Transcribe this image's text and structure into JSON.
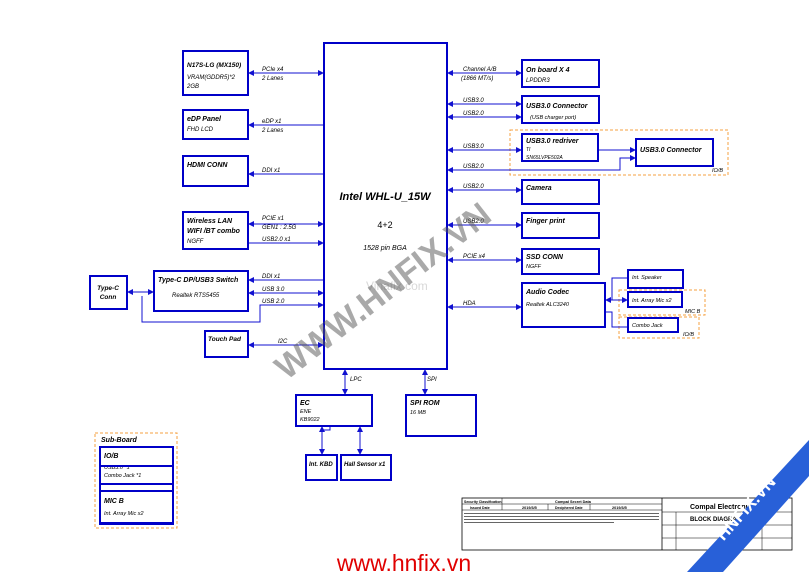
{
  "cpu": {
    "name": "Intel WHL-U_15W",
    "cores": "4+2",
    "package": "1528 pin BGA"
  },
  "gpu": {
    "title": "N17S-LG (MX150)",
    "line1": "VRAM(GDDR5)*2",
    "line2": "2GB",
    "bus": "PCIe x4",
    "bus_sub": "2 Lanes"
  },
  "edp": {
    "title": "eDP Panel",
    "line1": "FHD LCD",
    "bus": "eDP x1",
    "bus_sub": "2 Lanes"
  },
  "hdmi": {
    "title": "HDMI CONN",
    "bus": "DDI x1"
  },
  "wlan": {
    "title": "Wireless LAN",
    "title2": "WIFI /BT combo",
    "line1": "NGFF",
    "bus": "PCIE x1",
    "bus_sub": "GEN1 : 2.5G",
    "bus2": "USB2.0 x1"
  },
  "typec_switch": {
    "title": "Type-C DP/USB3 Switch",
    "line1": "Realtek RTS5455",
    "bus1": "DDI x1",
    "bus2": "USB 3.0",
    "bus3": "USB 2.0"
  },
  "typec_conn": {
    "title": "Type-C",
    "title2": "Conn"
  },
  "touchpad": {
    "title": "Touch Pad",
    "bus": "I2C"
  },
  "memory": {
    "title": "On board X 4",
    "line1": "LPDDR3",
    "bus": "Channel A/B",
    "bus_sub": "(1866 MT/s)"
  },
  "usb30_conn1": {
    "title": "USB3.0 Connector",
    "line1": "(USB charger port)",
    "bus1": "USB3.0",
    "bus2": "USB2.0"
  },
  "redriver": {
    "title": "USB3.0 redriver",
    "line1": "TI",
    "line2": "SN65LVPE502A",
    "bus1": "USB3.0",
    "bus2": "USB2.0"
  },
  "usb30_conn2": {
    "title": "USB3.0 Connector",
    "tag": "IO/B"
  },
  "camera": {
    "title": "Camera",
    "bus": "USB2.0"
  },
  "finger": {
    "title": "Finger print",
    "bus": "USB2.0"
  },
  "ssd": {
    "title": "SSD CONN",
    "line1": "NGFF",
    "bus": "PCIE x4"
  },
  "audio": {
    "title": "Audio Codec",
    "line1": "Realtek ALC3240",
    "bus": "HDA"
  },
  "speaker": {
    "title": "Int. Speaker"
  },
  "array_mic": {
    "title": "Int. Array Mic x2",
    "tag": "MIC B"
  },
  "combo_jack": {
    "title": "Combo Jack",
    "tag": "IO/B"
  },
  "ec": {
    "title": "EC",
    "line1": "ENE",
    "line2": "KB9022",
    "bus": "LPC"
  },
  "spi": {
    "title": "SPI ROM",
    "line1": "16 MB",
    "bus": "SPI"
  },
  "kbd": {
    "title": "Int. KBD"
  },
  "hall": {
    "title": "Hall Sensor x1"
  },
  "subboard": {
    "title": "Sub-Board",
    "iob": {
      "title": "IO/B",
      "line1": "USB3.0 *1",
      "line2": "Combo Jack *1"
    },
    "micb": {
      "title": "MIC B",
      "line1": "Int. Array Mic x2"
    }
  },
  "watermark": {
    "main": "WWW.HNFIX.VN",
    "faint": "Vinafix.com",
    "url": "www.hnfix.vn",
    "corner": "HNFIX.VN"
  },
  "titleblock": {
    "security": "Security Classification",
    "secret": "Compal Secret Data",
    "issued": "Issued Date",
    "issued_val": "2019/3/5",
    "deciphered": "Deciphered Date",
    "deciphered_val": "2019/3/5",
    "company": "Compal Electronics, Inc.",
    "block": "BLOCK DIAGRAM"
  },
  "colors": {
    "block": "#0000c8",
    "wire": "#1010d0",
    "dash": "#f5a040",
    "watermark": "#555555",
    "corner": "#2860d8",
    "url": "#e00000"
  }
}
